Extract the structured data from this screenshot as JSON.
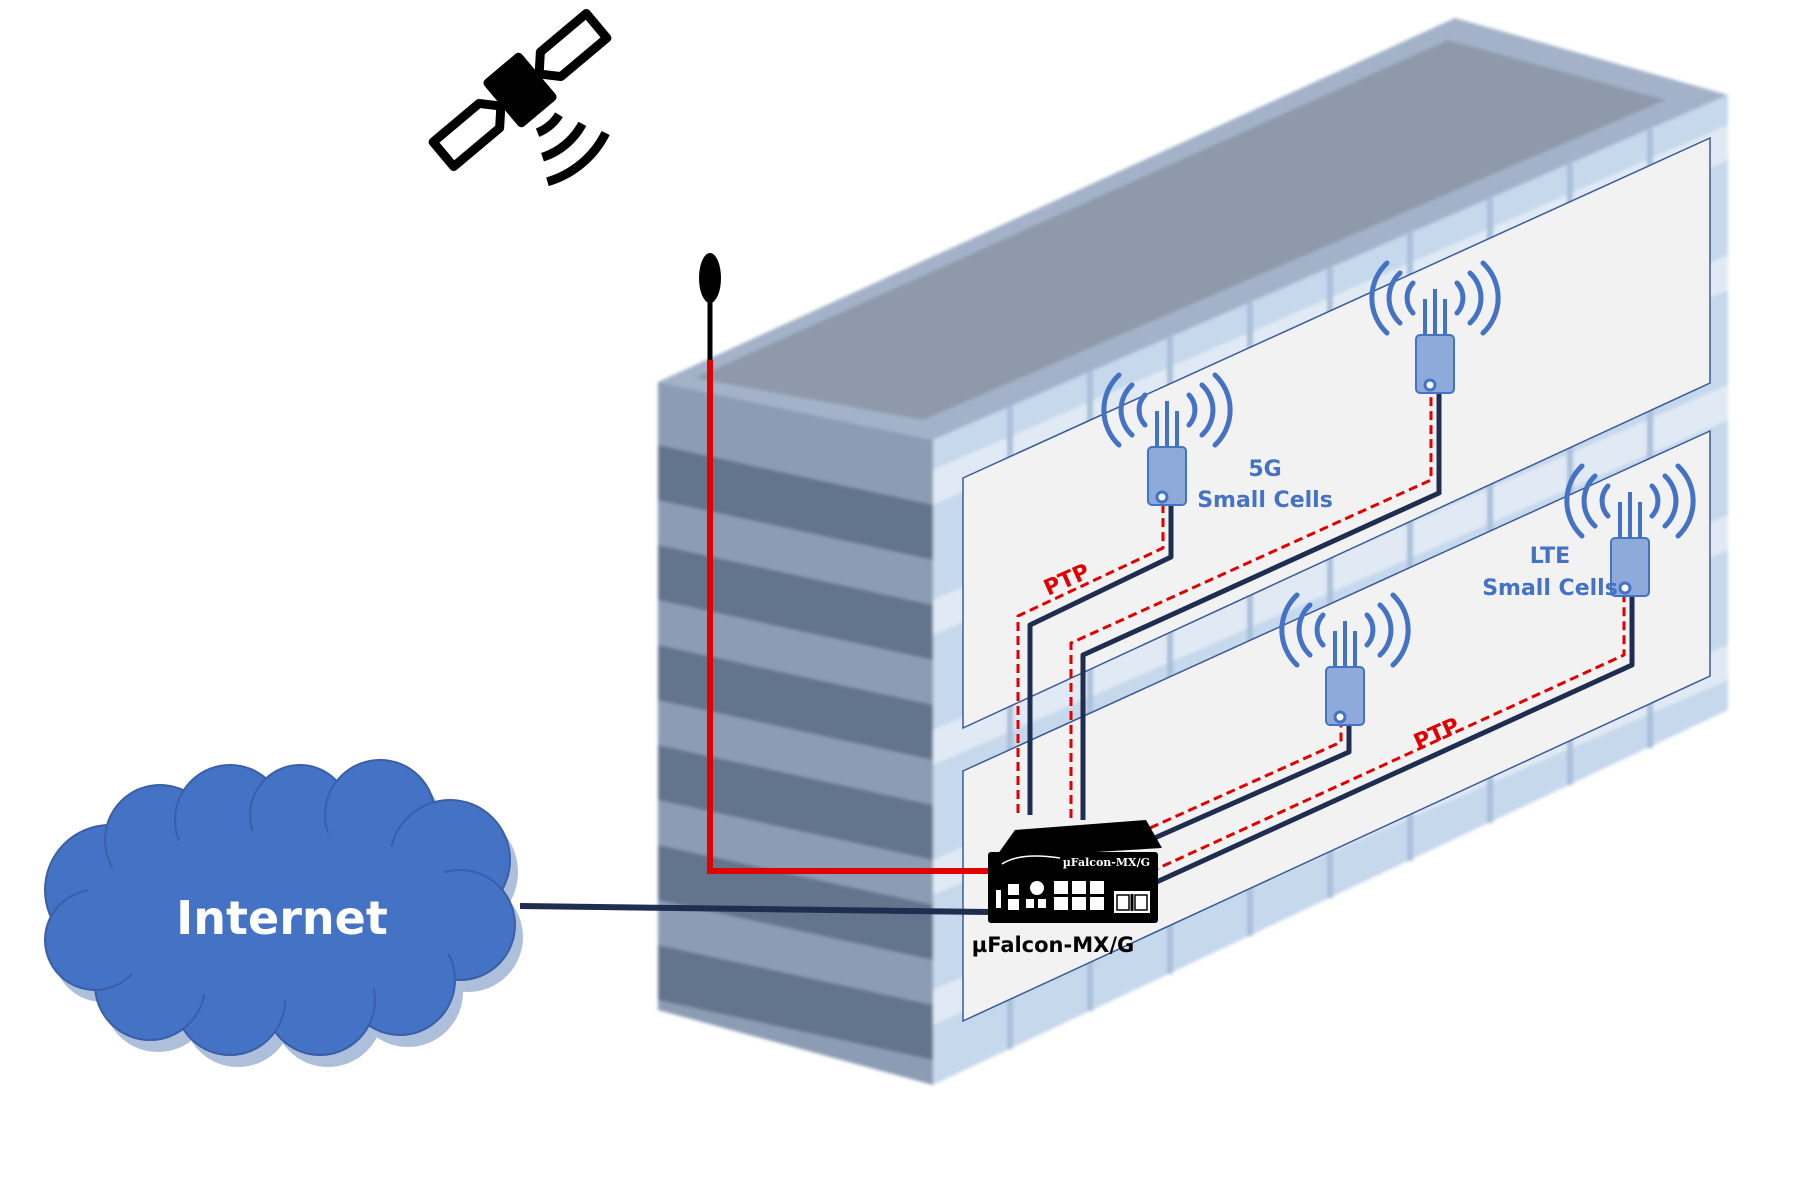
{
  "labels": {
    "cloud": "Internet",
    "device": "µFalcon-MX/G",
    "device_panel": "µFalcon-MX/G",
    "ptp_upper": "PTP",
    "ptp_lower": "PTP",
    "cells_5g_line1": "5G",
    "cells_5g_line2": "Small Cells",
    "cells_lte_line1": "LTE",
    "cells_lte_line2": "Small Cells"
  },
  "colors": {
    "cloud": "#4472C4",
    "label_blue": "#4472C4",
    "ptp_red": "#e00000",
    "cable_navy": "#1f2d50",
    "small_cell": "#8eaadb",
    "building_dark": "#64748c",
    "building_light": "#8c9cb4",
    "roof": "#8e9aab"
  },
  "icons": {
    "satellite": "satellite-icon",
    "gps_antenna": "gps-antenna-icon",
    "small_cell": "small-cell-antenna-icon",
    "router": "router-device-icon",
    "cloud": "cloud-icon"
  }
}
